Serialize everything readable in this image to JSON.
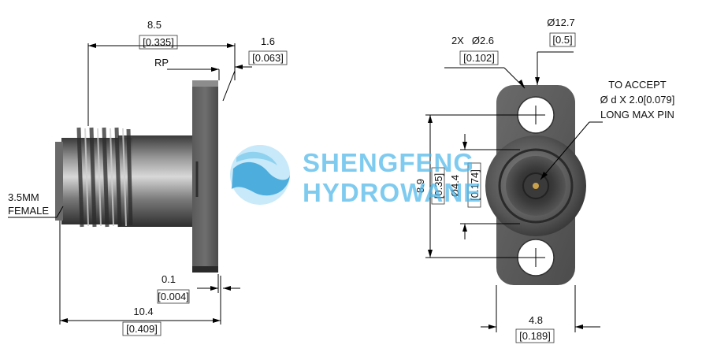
{
  "side_view": {
    "length_top": {
      "mm": "8.5",
      "inch": "[0.335]"
    },
    "rp_label": "RP",
    "flange_thickness": {
      "mm": "1.6",
      "inch": "[0.063]"
    },
    "connector_label_line1": "3.5MM",
    "connector_label_line2": "FEMALE",
    "gap": {
      "mm": "0.1",
      "inch": "[0.004]"
    },
    "length_total": {
      "mm": "10.4",
      "inch": "[0.409]"
    }
  },
  "front_view": {
    "flange_dia": {
      "symbol": "Ø",
      "mm": "12.7",
      "inch": "[0.5]"
    },
    "holes": {
      "prefix": "2X",
      "symbol": "Ø",
      "mm": "2.6",
      "inch": "[0.102]"
    },
    "note_line1": "TO ACCEPT",
    "note_line2": "Ø d X 2.0[0.079]",
    "note_line3": "LONG MAX PIN",
    "hole_spacing": {
      "mm": "8.9",
      "inch": "[0.35]"
    },
    "body_dia": {
      "symbol": "Ø",
      "mm": "4.4",
      "inch": "[0.174]"
    },
    "width": {
      "mm": "4.8",
      "inch": "[0.189]"
    }
  },
  "watermark": {
    "line1": "SHENGFENG",
    "line2": "HYDROWANE",
    "color": "#4fb8ea"
  }
}
